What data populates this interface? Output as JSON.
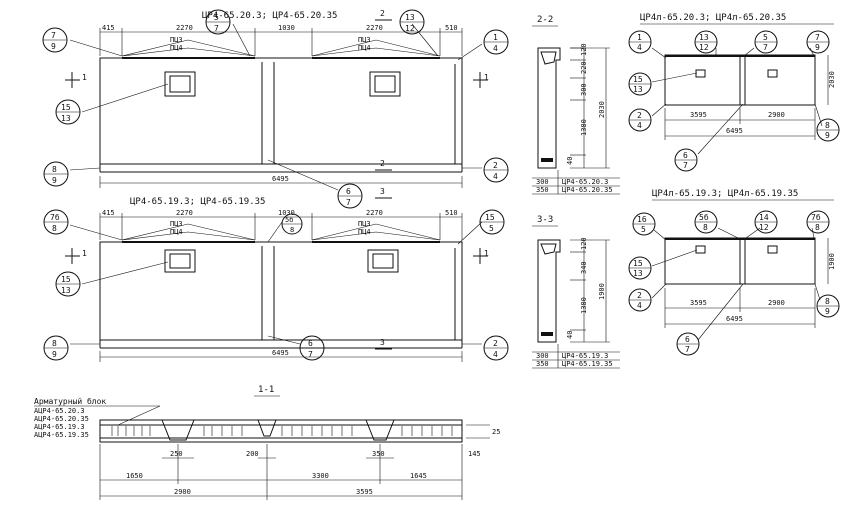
{
  "bubbles": {
    "b7_9": [
      "7",
      "9"
    ],
    "b5_7": [
      "5",
      "7"
    ],
    "b13_12": [
      "13",
      "12"
    ],
    "b1_4": [
      "1",
      "4"
    ],
    "b15_13": [
      "15",
      "13"
    ],
    "b8_9": [
      "8",
      "9"
    ],
    "b2_4": [
      "2",
      "4"
    ],
    "b6_7": [
      "6",
      "7"
    ],
    "b76_8": [
      "7б",
      "8"
    ],
    "b15_5": [
      "15",
      "5"
    ],
    "b56_8": [
      "5б",
      "8"
    ],
    "b16_5": [
      "16",
      "5"
    ],
    "b14_12": [
      "14",
      "12"
    ]
  },
  "elevation1": {
    "title": "ЦР4-65.20.3; ЦР4-65.20.35",
    "dims_top": [
      "415",
      "2270",
      "1030",
      "2270",
      "510"
    ],
    "labels_top": [
      "ПЦ3",
      "ПЦ4"
    ],
    "overall": "6495",
    "section_marks": [
      "1",
      "1",
      "2",
      "2",
      "3"
    ]
  },
  "elevation2": {
    "title": "ЦР4-65.19.3; ЦР4-65.19.35",
    "dims_top": [
      "415",
      "2270",
      "1030",
      "2270",
      "510"
    ],
    "labels_top": [
      "ПЦ3",
      "ПЦ4"
    ],
    "overall": "6495",
    "section_marks": [
      "1",
      "1",
      "3"
    ]
  },
  "section22": {
    "title": "2-2",
    "dims_right": [
      "120",
      "220",
      "300",
      "1380",
      "40"
    ],
    "overall": "2030",
    "table": [
      [
        "300",
        "ЦР4-65.20.3"
      ],
      [
        "350",
        "ЦР4-65.20.35"
      ]
    ]
  },
  "section33": {
    "title": "3-3",
    "dims_right": [
      "120",
      "340",
      "1380",
      "40"
    ],
    "overall": "1900",
    "table": [
      [
        "300",
        "ЦР4-65.19.3"
      ],
      [
        "350",
        "ЦР4-65.19.35"
      ]
    ]
  },
  "plan1": {
    "title": "ЦР4л-65.20.3; ЦР4л-65.20.35",
    "dims": [
      "3595",
      "2900",
      "6495"
    ],
    "height": "2030"
  },
  "plan2": {
    "title": "ЦР4л-65.19.3; ЦР4л-65.19.35",
    "dims": [
      "3595",
      "2900",
      "6495"
    ],
    "height": "1900"
  },
  "section11": {
    "title": "1-1",
    "block_label": "Арматурный блок",
    "blocks": [
      "АЦР4-65.20.3",
      "АЦР4-65.20.35",
      "АЦР4-65.19.3",
      "АЦР4-65.19.35"
    ],
    "dims_row1": [
      "250",
      "200",
      "350"
    ],
    "dims_row2": [
      "1650",
      "3300",
      "1645"
    ],
    "dims_row3": [
      "2900",
      "3595"
    ],
    "right_dims": [
      "25",
      "145"
    ]
  }
}
